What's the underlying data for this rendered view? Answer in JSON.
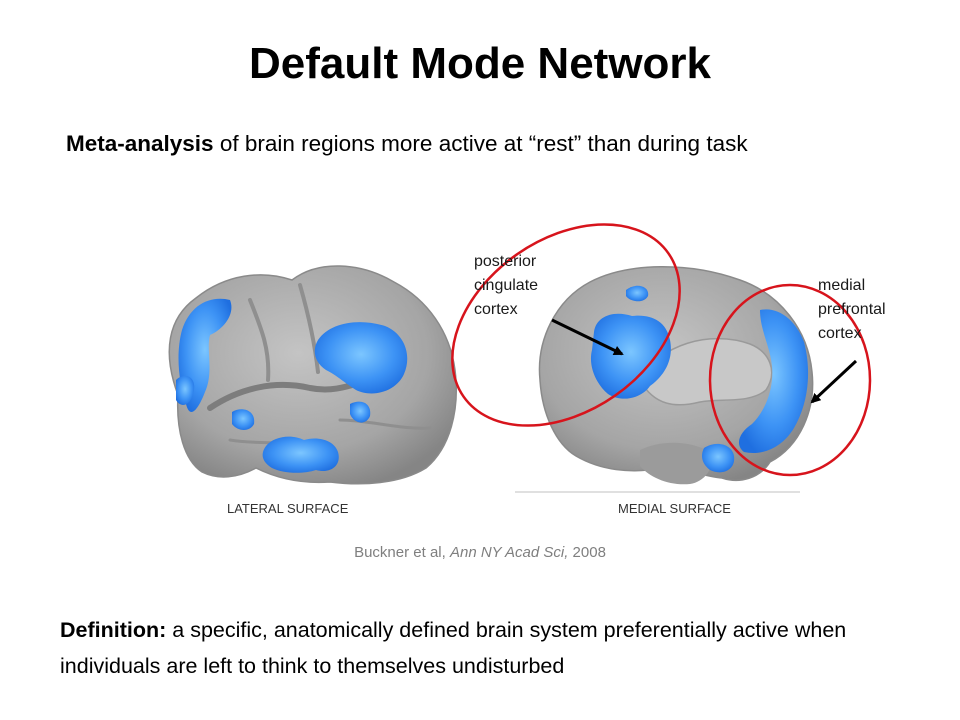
{
  "slide": {
    "title": "Default Mode Network",
    "subtitle": {
      "bold": "Meta-analysis",
      "rest": " of brain regions more active at “rest” than during task"
    },
    "figure": {
      "labels": {
        "posterior": [
          "posterior",
          "cingulate",
          "cortex"
        ],
        "medial": [
          "medial",
          "prefrontal",
          "cortex"
        ],
        "lateral_surface": "LATERAL SURFACE",
        "medial_surface": "MEDIAL SURFACE"
      },
      "colors": {
        "brain": "#a7a7a7",
        "activation": "#2f8cf2",
        "highlight_circle": "#d7141c",
        "arrow": "#000000"
      }
    },
    "citation": {
      "prefix": "Buckner et al, ",
      "journal": "Ann NY Acad Sci,",
      "year": " 2008"
    },
    "definition": {
      "bold": "Definition:",
      "text": " a specific, anatomically defined brain system preferentially active when individuals are left to think to themselves undisturbed"
    }
  }
}
